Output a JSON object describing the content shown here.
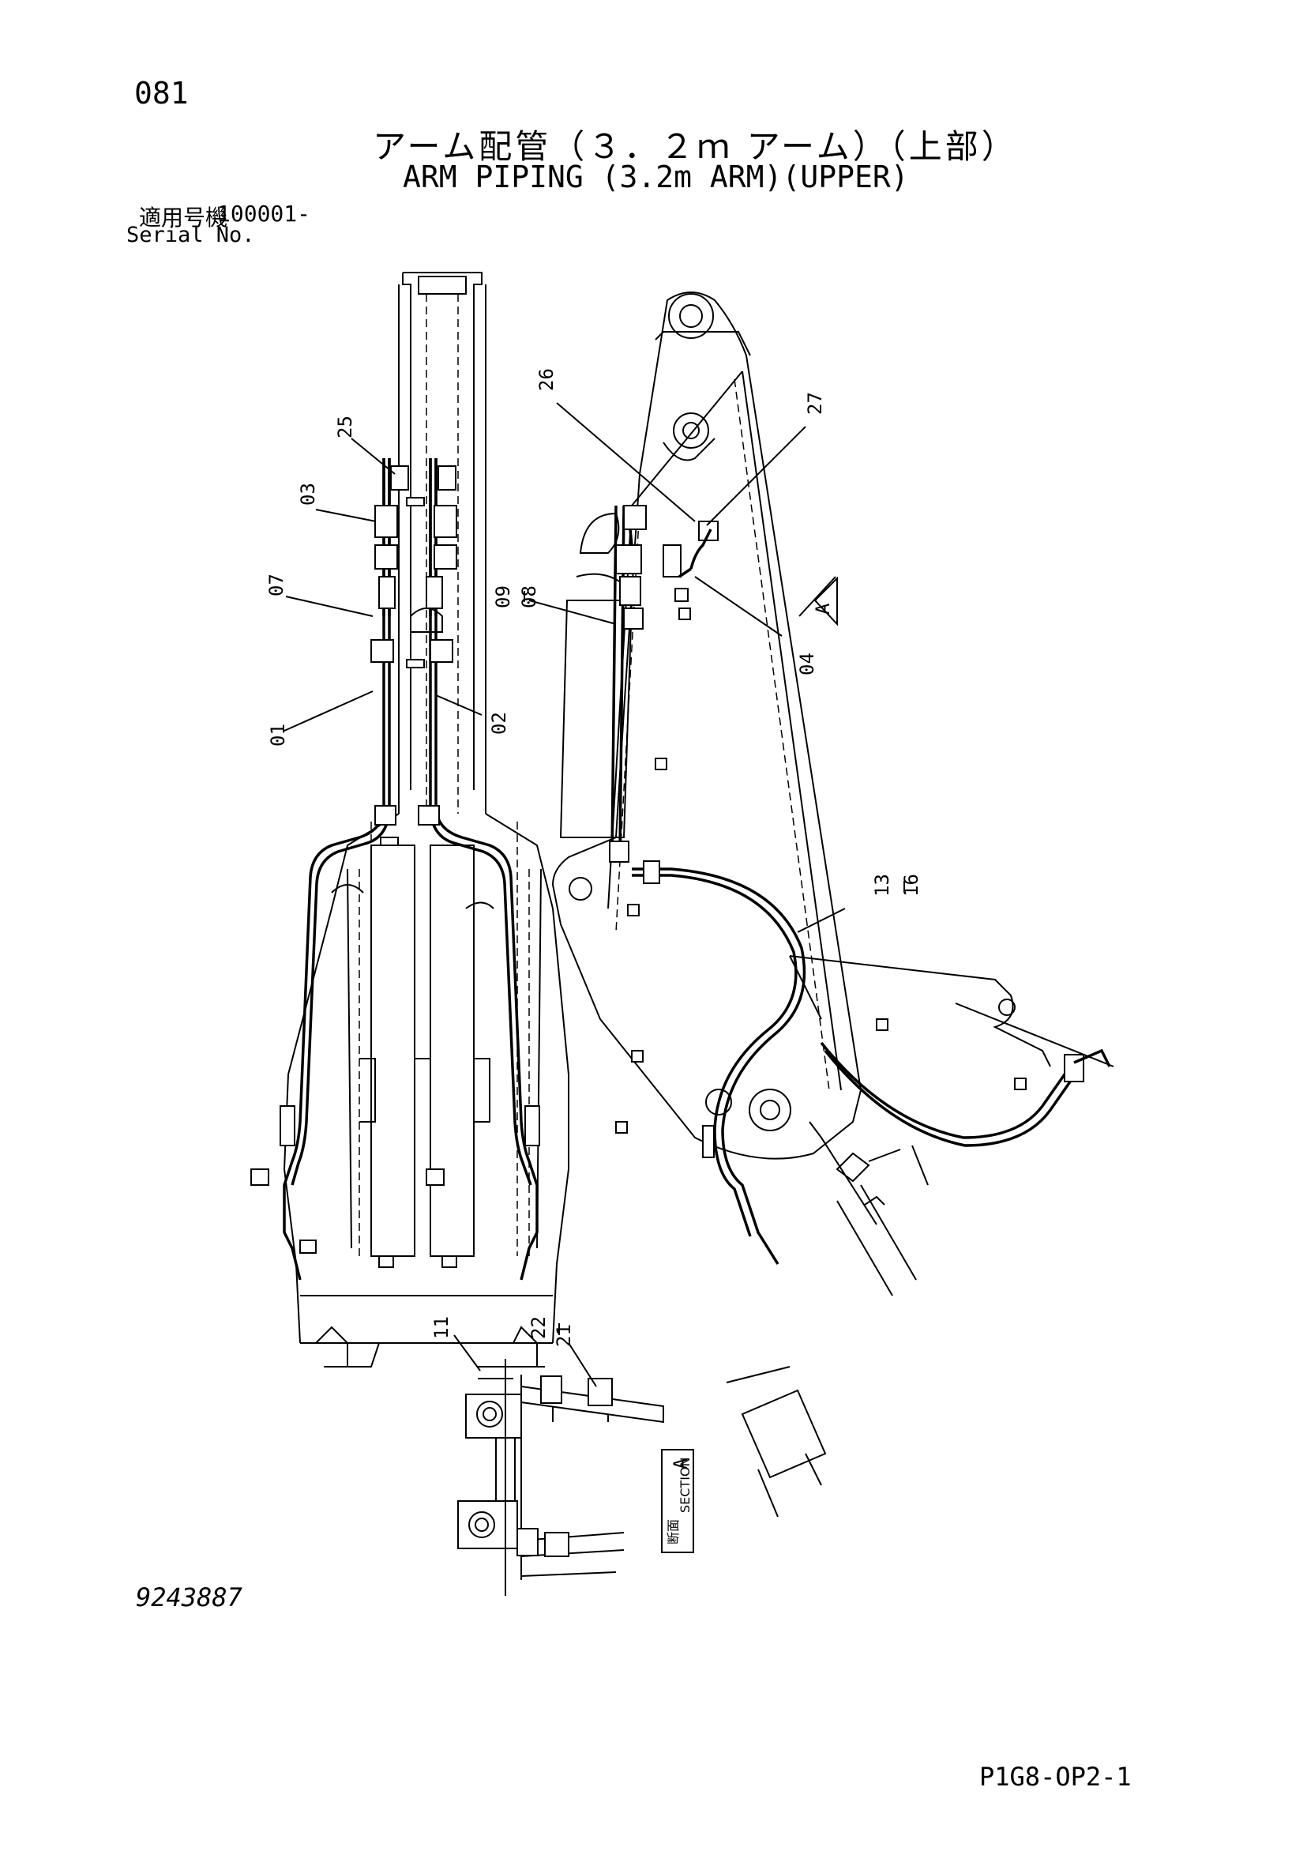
{
  "page_number": "081",
  "title_jp": "アーム配管（３．２ｍ アーム）（上部）",
  "title_en": "ARM PIPING (3.2m ARM)(UPPER)",
  "serial": {
    "label_jp": "適用号機",
    "value": "100001-",
    "label_en": "Serial No."
  },
  "callouts": [
    "25",
    "03",
    "07",
    "01",
    "02",
    "26",
    "27",
    "09",
    "08",
    "04",
    "13",
    "16",
    "11",
    "22",
    "21"
  ],
  "section_label": {
    "jp": "断面",
    "en": "SECTION",
    "letter": "A"
  },
  "view_marker": "A",
  "drawing_number": "9243887",
  "page_code": "P1G8-OP2-1"
}
